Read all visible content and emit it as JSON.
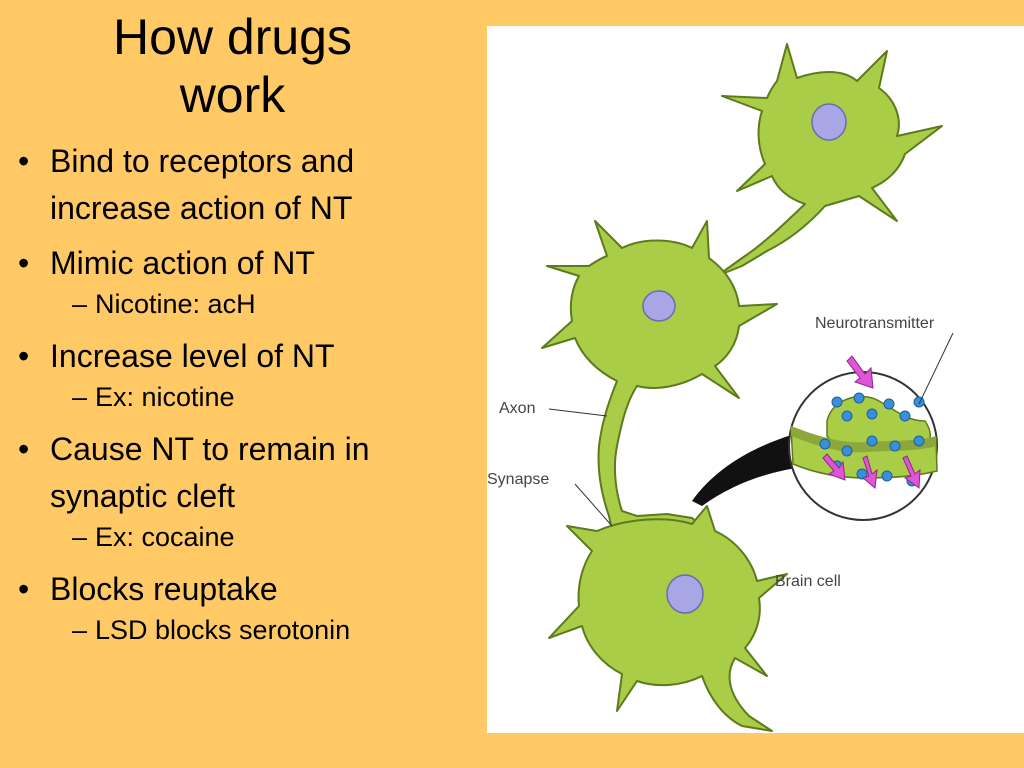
{
  "title": {
    "line1": "How drugs",
    "line2": "work"
  },
  "bullets": [
    {
      "text": "Bind to receptors and increase action of NT",
      "subs": []
    },
    {
      "text": "Mimic action of NT",
      "subs": [
        "Nicotine: acH"
      ]
    },
    {
      "text": "Increase level of NT",
      "subs": [
        "Ex: nicotine"
      ]
    },
    {
      "text": "Cause NT to remain in synaptic cleft",
      "subs": [
        "Ex: cocaine"
      ]
    },
    {
      "text": "Blocks reuptake",
      "subs": [
        "LSD blocks serotonin"
      ]
    }
  ],
  "diagram": {
    "labels": {
      "neurotransmitter": "Neurotransmitter",
      "axon": "Axon",
      "synapse": "Synapse",
      "brain_cell": "Brain cell"
    }
  },
  "colors": {
    "background": "#FFC966",
    "cell_fill": "#A9CD47",
    "cell_outline": "#5E7A1E",
    "nucleus": "#A9A6E6",
    "vesicle": "#3A8FD9",
    "arrow": "#E054D8"
  }
}
